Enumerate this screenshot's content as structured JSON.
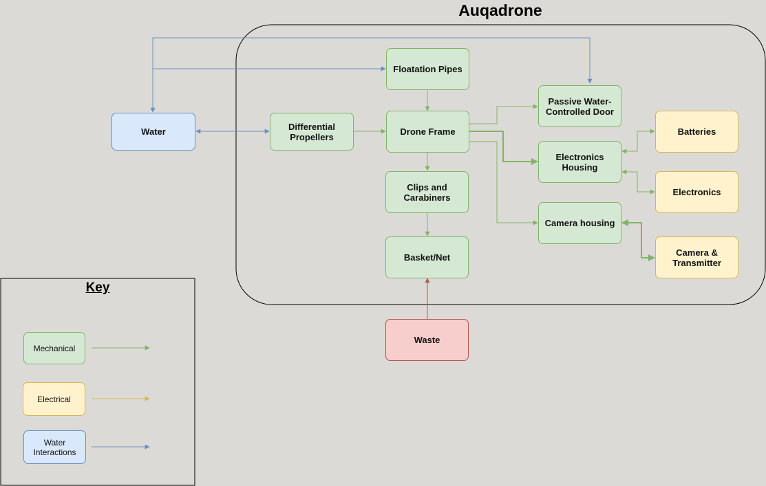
{
  "diagram": {
    "title": "Auqadrone",
    "nodes": {
      "water": "Water",
      "differential_propellers": "Differential\nPropellers",
      "floatation_pipes": "Floatation Pipes",
      "drone_frame": "Drone Frame",
      "clips_carabiners": "Clips and\nCarabiners",
      "basket_net": "Basket/Net",
      "waste": "Waste",
      "passive_door": "Passive Water-\nControlled Door",
      "electronics_housing": "Electronics\nHousing",
      "camera_housing": "Camera housing",
      "batteries": "Batteries",
      "electronics": "Electronics",
      "camera_transmitter": "Camera &\nTransmitter"
    },
    "edges": [
      {
        "from": "Water",
        "to": "Differential Propellers",
        "category": "Water Interactions",
        "bidirectional": true
      },
      {
        "from": "Water",
        "to": "Floatation Pipes",
        "category": "Water Interactions",
        "bidirectional": true
      },
      {
        "from": "Water",
        "to": "Passive Water-Controlled Door",
        "category": "Water Interactions",
        "bidirectional": true
      },
      {
        "from": "Differential Propellers",
        "to": "Drone Frame",
        "category": "Mechanical"
      },
      {
        "from": "Floatation Pipes",
        "to": "Drone Frame",
        "category": "Mechanical"
      },
      {
        "from": "Drone Frame",
        "to": "Clips and Carabiners",
        "category": "Mechanical"
      },
      {
        "from": "Clips and Carabiners",
        "to": "Basket/Net",
        "category": "Mechanical"
      },
      {
        "from": "Drone Frame",
        "to": "Passive Water-Controlled Door",
        "category": "Mechanical"
      },
      {
        "from": "Drone Frame",
        "to": "Electronics Housing",
        "category": "Mechanical"
      },
      {
        "from": "Drone Frame",
        "to": "Camera housing",
        "category": "Mechanical"
      },
      {
        "from": "Electronics Housing",
        "to": "Batteries",
        "category": "Mechanical",
        "bidirectional": true
      },
      {
        "from": "Electronics Housing",
        "to": "Electronics",
        "category": "Mechanical",
        "bidirectional": true
      },
      {
        "from": "Camera housing",
        "to": "Camera & Transmitter",
        "category": "Mechanical",
        "bidirectional": true
      },
      {
        "from": "Waste",
        "to": "Basket/Net",
        "category": "Waste"
      }
    ],
    "colors": {
      "mechanical": "#82b366",
      "electrical": "#d6b656",
      "water": "#6c8ebf",
      "waste": "#b85450"
    }
  },
  "key": {
    "title": "Key",
    "mechanical": "Mechanical",
    "electrical": "Electrical",
    "water_interactions": "Water\nInteractions"
  }
}
